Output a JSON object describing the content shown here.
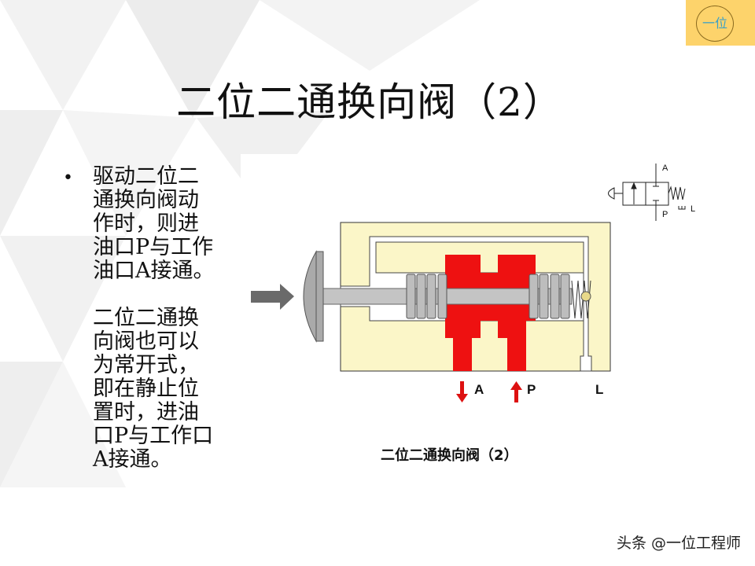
{
  "badge": {
    "text": "一位",
    "color": "#fdd36b"
  },
  "title": "二位二通换向阀（2）",
  "body": {
    "bullet": "•",
    "lines": [
      "驱动二位二",
      "通换向阀动",
      "作时，则进",
      "油口P与工作",
      "油口A接通。",
      "",
      "二位二通换",
      "向阀也可以",
      "为常开式，",
      "即在静止位",
      "置时，进油",
      "口P与工作口",
      "A接通。"
    ]
  },
  "diagram": {
    "ports": {
      "a": "A",
      "p": "P",
      "l": "L"
    },
    "symbol": {
      "a": "A",
      "p": "P",
      "l": "L"
    },
    "caption": "二位二通换向阀（2）",
    "colors": {
      "body": "#fbf6c8",
      "fluid": "#ee1111",
      "spool": "#bfbfbf"
    }
  },
  "watermark": "头条 @一位工程师"
}
